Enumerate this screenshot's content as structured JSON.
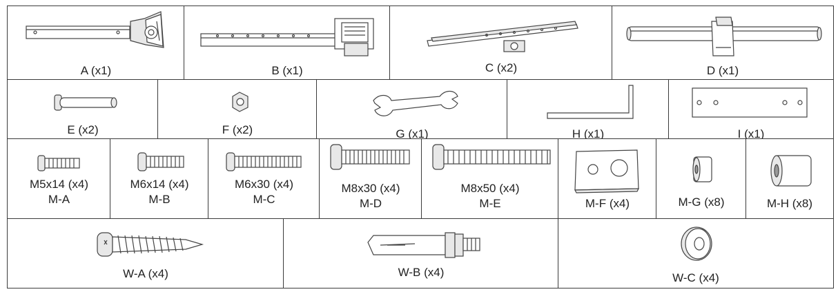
{
  "parts": {
    "A": {
      "label": "A (x1)"
    },
    "B": {
      "label": "B (x1)"
    },
    "C": {
      "label": "C (x2)"
    },
    "D": {
      "label": "D (x1)"
    },
    "E": {
      "label": "E (x2)"
    },
    "F": {
      "label": "F (x2)"
    },
    "G": {
      "label": "G (x1)"
    },
    "H": {
      "label": "H (x1)"
    },
    "I": {
      "label": "I (x1)"
    },
    "MA": {
      "label": "M5x14 (x4)",
      "code": "M-A"
    },
    "MB": {
      "label": "M6x14 (x4)",
      "code": "M-B"
    },
    "MC": {
      "label": "M6x30 (x4)",
      "code": "M-C"
    },
    "MD": {
      "label": "M8x30 (x4)",
      "code": "M-D"
    },
    "ME": {
      "label": "M8x50 (x4)",
      "code": "M-E"
    },
    "MF": {
      "label": "M-F (x4)"
    },
    "MG": {
      "label": "M-G (x8)"
    },
    "MH": {
      "label": "M-H (x8)"
    },
    "WA": {
      "label": "W-A (x4)"
    },
    "WB": {
      "label": "W-B (x4)"
    },
    "WC": {
      "label": "W-C (x4)"
    }
  }
}
